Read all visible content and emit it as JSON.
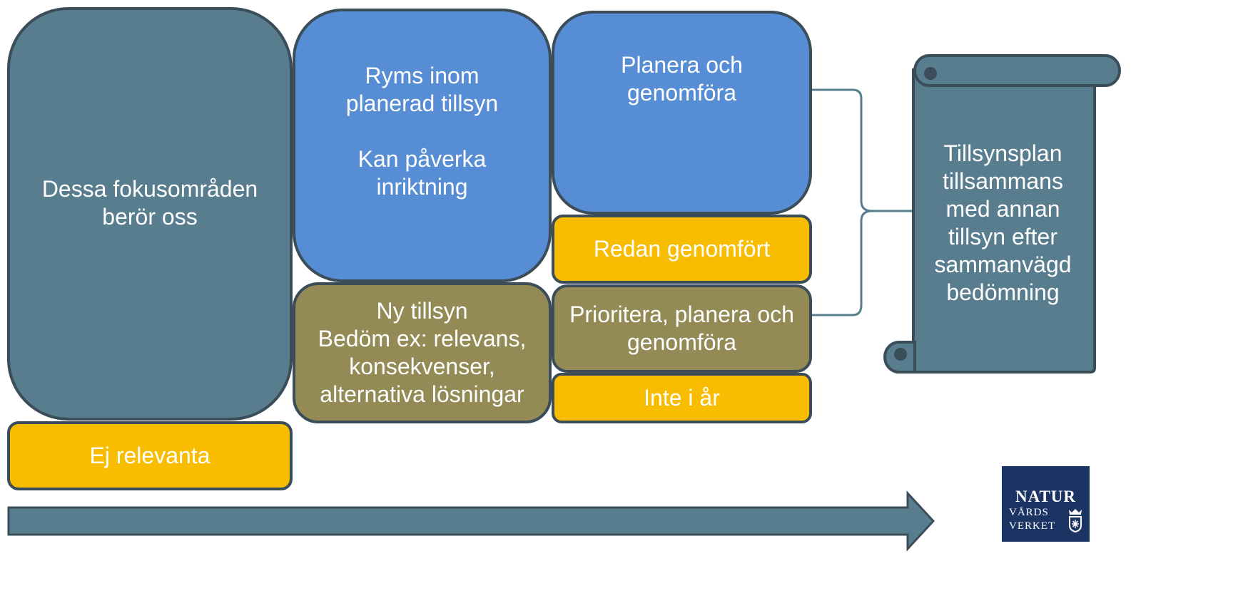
{
  "boxes": {
    "dessa": {
      "lines": [
        "Dessa fokusområden",
        "berör oss"
      ]
    },
    "ej_relevanta": {
      "lines": [
        "Ej relevanta"
      ]
    },
    "ryms": {
      "lines": [
        "Ryms inom",
        "planerad tillsyn",
        "",
        "Kan påverka",
        "inriktning"
      ]
    },
    "ny_tillsyn": {
      "lines": [
        "Ny tillsyn",
        "Bedöm ex: relevans,",
        "konsekvenser,",
        "alternativa lösningar"
      ]
    },
    "planera": {
      "lines": [
        "Planera och",
        "genomföra"
      ]
    },
    "redan": {
      "lines": [
        "Redan genomfört"
      ]
    },
    "prioritera": {
      "lines": [
        "Prioritera, planera och",
        "genomföra"
      ]
    },
    "inte": {
      "lines": [
        "Inte i år"
      ]
    }
  },
  "scroll": {
    "lines": [
      "Tillsynsplan",
      "tillsammans",
      "med annan",
      "tillsyn efter",
      "sammanvägd",
      "bedömning"
    ]
  },
  "logo": {
    "line1": "NATUR",
    "line2": "VÅRDS",
    "line3": "VERKET"
  },
  "colors": {
    "slate": "#587d8e",
    "blue": "#568dd4",
    "olive": "#938a55",
    "gold": "#f8bd00",
    "outline": "#3c4d5a",
    "logo_navy": "#1b3464"
  }
}
